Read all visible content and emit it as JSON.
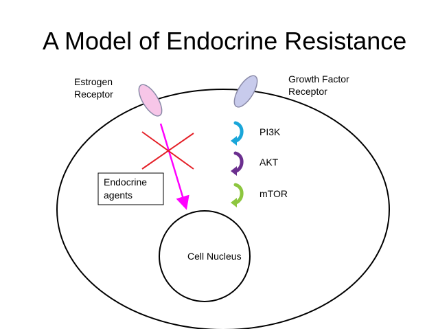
{
  "title": "A Model of Endocrine Resistance",
  "labels": {
    "estrogen_receptor": [
      "Estrogen",
      "Receptor"
    ],
    "growth_factor_receptor": [
      "Growth Factor",
      "Receptor"
    ],
    "endocrine_agents": [
      "Endocrine",
      "agents"
    ],
    "cell_nucleus": "Cell Nucleus"
  },
  "pathway": [
    {
      "name": "PI3K",
      "color": "#1aa6d9"
    },
    {
      "name": "AKT",
      "color": "#6b2f8f"
    },
    {
      "name": "mTOR",
      "color": "#8dc63f"
    }
  ],
  "colors": {
    "estrogen_receptor_fill": "#f7c6e8",
    "growth_factor_receptor_fill": "#c8cbec",
    "signal_arrow": "#ff00ff",
    "block_x": "#e41e26",
    "outline": "#000000"
  }
}
